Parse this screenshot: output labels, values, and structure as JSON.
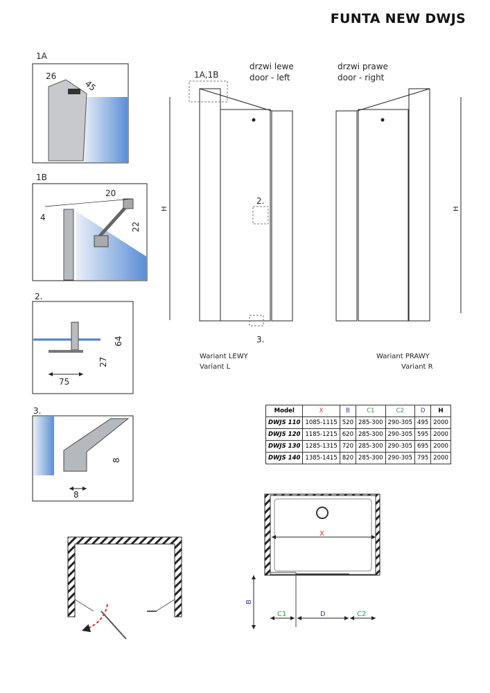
{
  "title": "FUNTA NEW DWJS",
  "details": {
    "d1a": {
      "label": "1A",
      "dims": [
        "26",
        "45"
      ]
    },
    "d1b": {
      "label": "1B",
      "dims": [
        "20",
        "4",
        "22"
      ]
    },
    "d2": {
      "label": "2.",
      "dims": [
        "64",
        "27",
        "75"
      ]
    },
    "d3": {
      "label": "3.",
      "dims": [
        "8",
        "8"
      ]
    }
  },
  "front_views": {
    "callout_1a1b": "1A,1B",
    "callout_2": "2.",
    "callout_3": "3.",
    "door_left_pl": "drzwi lewe",
    "door_left_en": "door - left",
    "door_right_pl": "drzwi prawe",
    "door_right_en": "door - right",
    "h_label": "H",
    "variant_left_pl": "Wariant LEWY",
    "variant_left_en": "Variant L",
    "variant_right_pl": "Wariant PRAWY",
    "variant_right_en": "Variant R"
  },
  "table": {
    "headers": [
      "Model",
      "X",
      "B",
      "C1",
      "C2",
      "D",
      "H"
    ],
    "header_colors": [
      "#111111",
      "#c0392b",
      "#3a3a8c",
      "#2e9a3a",
      "#2e8a7a",
      "#3a3a8c",
      "#111111"
    ],
    "rows": [
      [
        "DWJS 110",
        "1085-1115",
        "520",
        "285-300",
        "290-305",
        "495",
        "2000"
      ],
      [
        "DWJS 120",
        "1185-1215",
        "620",
        "285-300",
        "290-305",
        "595",
        "2000"
      ],
      [
        "DWJS 130",
        "1285-1315",
        "720",
        "285-300",
        "290-305",
        "695",
        "2000"
      ],
      [
        "DWJS 140",
        "1385-1415",
        "820",
        "285-300",
        "290-305",
        "795",
        "2000"
      ]
    ]
  },
  "plan": {
    "x": "X",
    "b": "B",
    "c1": "C1",
    "d": "D",
    "c2": "C2"
  }
}
